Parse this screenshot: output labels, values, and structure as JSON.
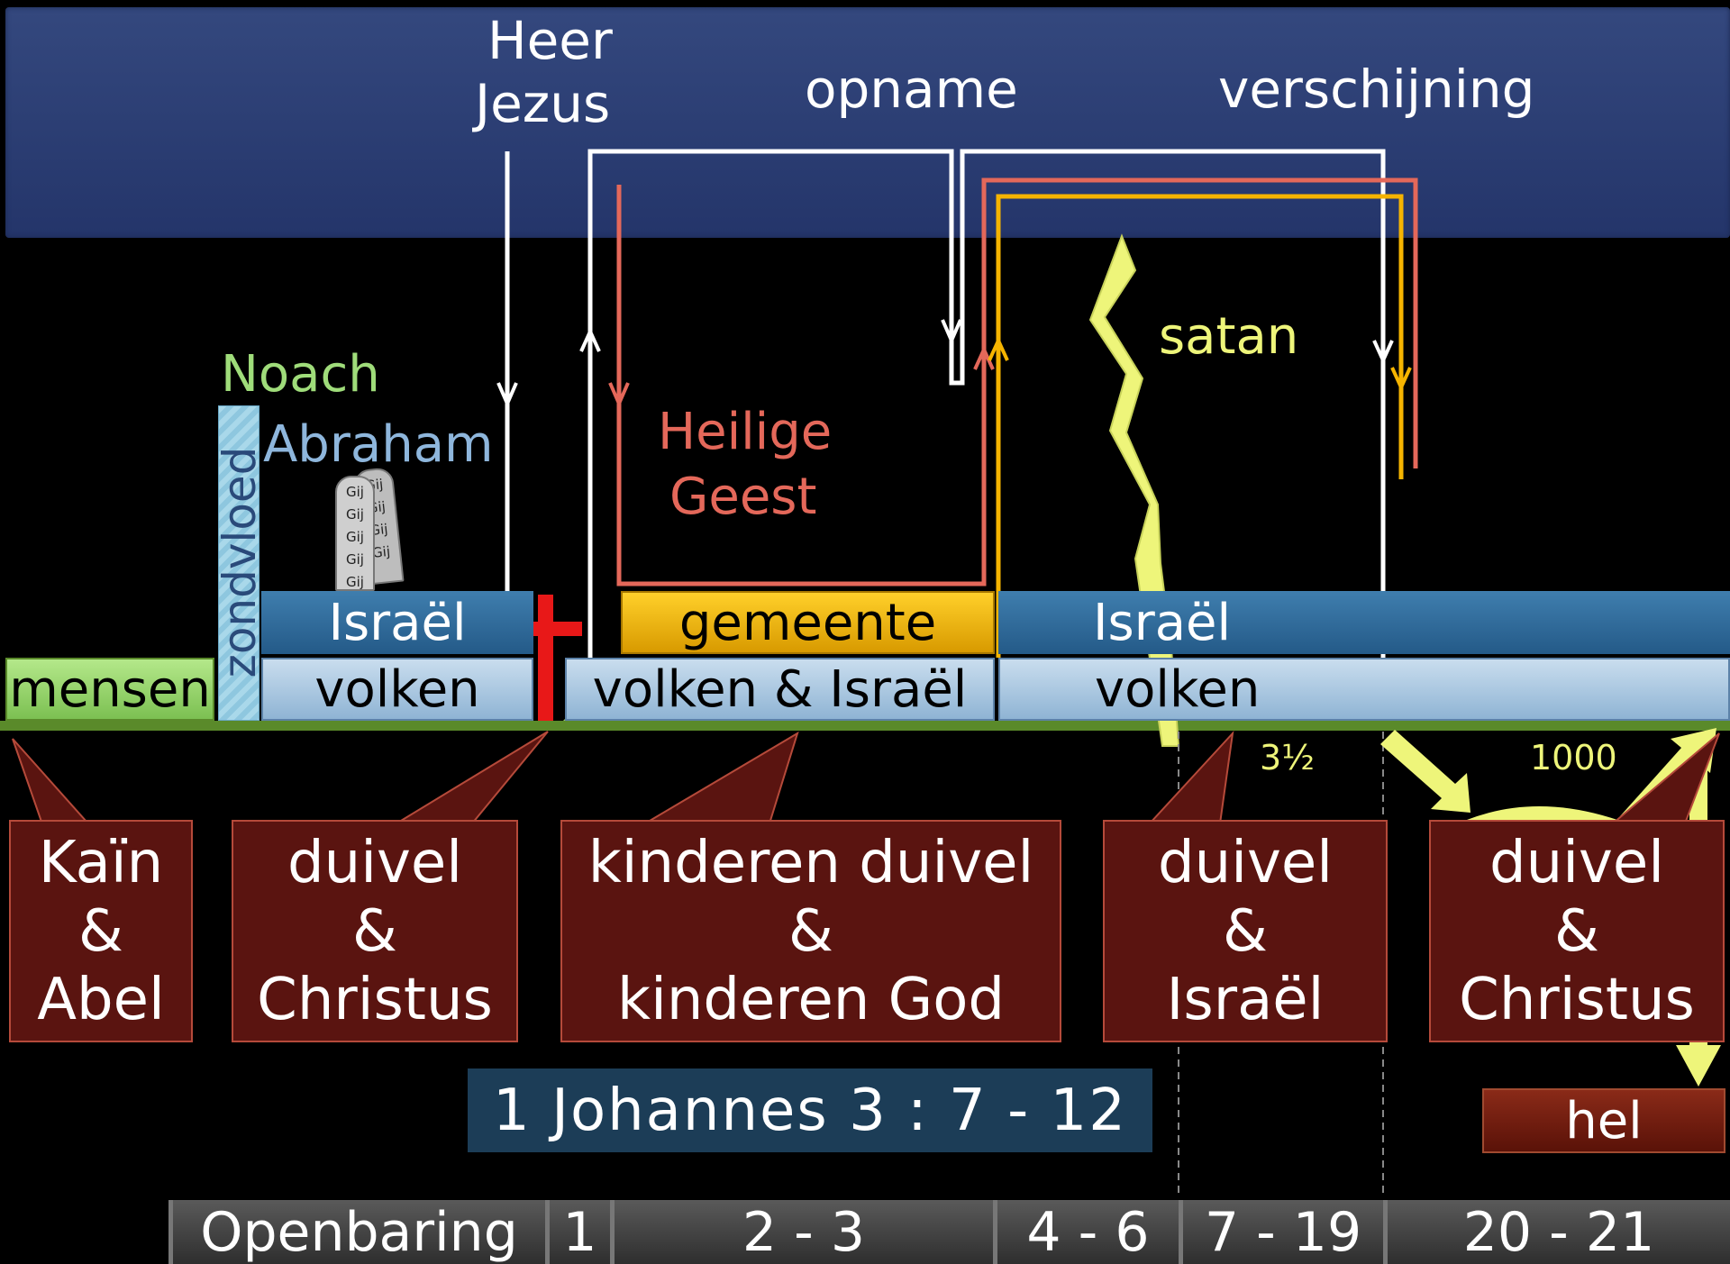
{
  "top_labels": {
    "heer_jezus_line1": "Heer",
    "heer_jezus_line2": "Jezus",
    "opname": "opname",
    "verschijning": "verschijning",
    "satan": "satan",
    "noach": "Noach",
    "abraham": "Abraham",
    "heilige": "Heilige",
    "geest": "Geest",
    "zondvloed": "zondvloed",
    "tablet_word": "Gij"
  },
  "bars": {
    "mensen": "mensen",
    "volken1": "volken",
    "israel1": "Israël",
    "gemeente": "gemeente",
    "volken_israel": "volken & Israël",
    "israel2": "Israël",
    "volken2": "volken"
  },
  "timeline": {
    "three_half": "3½",
    "thousand": "1000"
  },
  "bubbles": [
    {
      "l1": "Kaïn",
      "l2": "&",
      "l3": "Abel"
    },
    {
      "l1": "duivel",
      "l2": "&",
      "l3": "Christus"
    },
    {
      "l1": "kinderen duivel",
      "l2": "&",
      "l3": "kinderen God"
    },
    {
      "l1": "duivel",
      "l2": "&",
      "l3": "Israël"
    },
    {
      "l1": "duivel",
      "l2": "&",
      "l3": "Christus"
    }
  ],
  "reference": "1 Johannes 3 : 7 - 12",
  "hel": "hel",
  "openbaring": {
    "label": "Openbaring",
    "chapters": [
      "1",
      "2 - 3",
      "4 - 6",
      "7 - 19",
      "20 - 21"
    ]
  },
  "colors": {
    "heaven": "#2c3f75",
    "white_line": "#ffffff",
    "spirit_line": "#e4685a",
    "gemeente_line": "#f5b400",
    "lightning": "#eef57a",
    "cross": "#e81818",
    "ground": "#5a8a2a"
  }
}
